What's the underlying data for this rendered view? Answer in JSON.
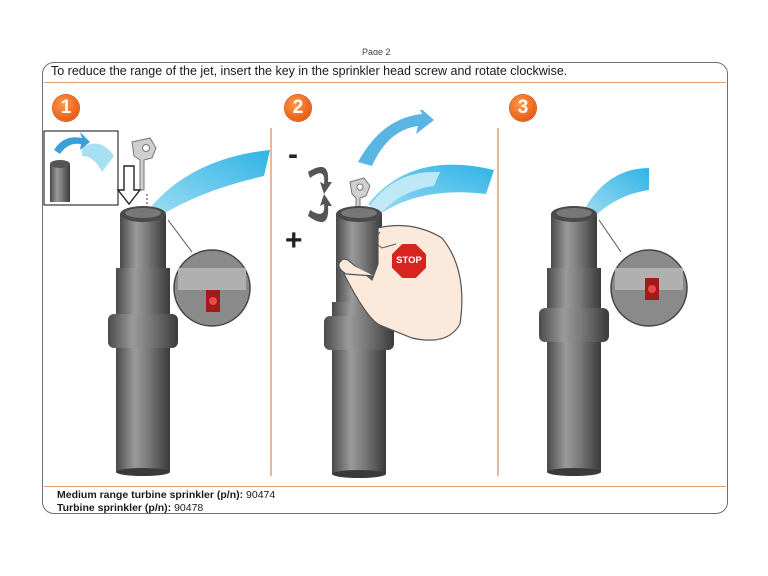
{
  "header": {
    "page_label": "Page 2",
    "instruction": "To reduce the range of the jet, insert the key in the sprinkler head screw and rotate clockwise."
  },
  "steps": [
    {
      "number": "1"
    },
    {
      "number": "2",
      "minus_sign": "-",
      "plus_sign": "+",
      "stop_label": "STOP"
    },
    {
      "number": "3"
    }
  ],
  "footer": {
    "line1_label": "Medium range turbine sprinkler (p/n):",
    "line1_value": "90474",
    "line2_label": "Turbine sprinkler (p/n):",
    "line2_value": "90478"
  },
  "colors": {
    "accent_orange": "#e8601a",
    "water_blue": "#4fc3e8",
    "arrow_blue": "#3aa0d8",
    "body_gray": "#6a6a6a"
  }
}
